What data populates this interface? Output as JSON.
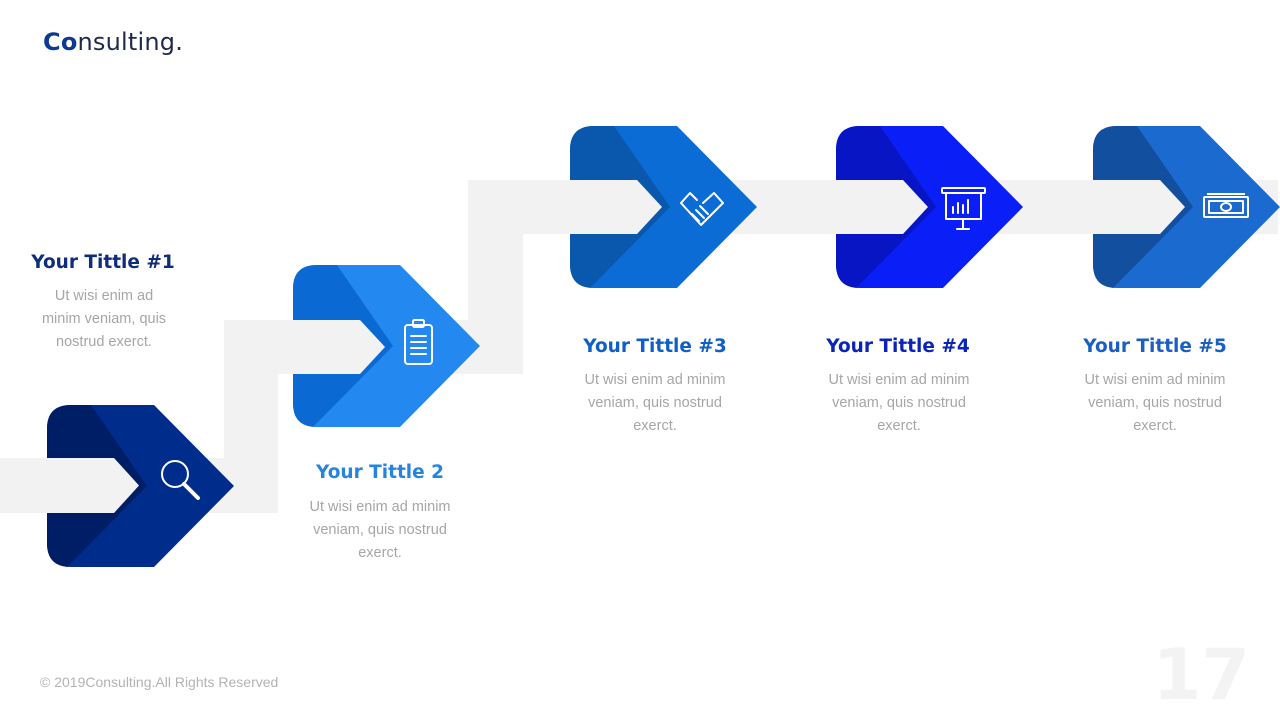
{
  "logo": {
    "bold": "Co",
    "rest": "nsulting."
  },
  "steps": [
    {
      "title": "Your Tittle #1",
      "description": "Ut wisi enim ad minim veniam, quis nostrud exerct.",
      "icon": "magnifier-icon",
      "color": "#002d8c",
      "dark": "#001e66",
      "title_color": "#0f2d78"
    },
    {
      "title": "Your Tittle 2",
      "description": "Ut wisi enim ad minim veniam, quis nostrud exerct.",
      "icon": "clipboard-icon",
      "color": "#2389f0",
      "dark": "#0b69d4",
      "title_color": "#2584e0"
    },
    {
      "title": "Your Tittle #3",
      "description": "Ut wisi enim ad minim veniam, quis nostrud exerct.",
      "icon": "handshake-icon",
      "color": "#0b6cd6",
      "dark": "#0a58ad",
      "title_color": "#0f5fc4"
    },
    {
      "title": "Your Tittle #4",
      "description": "Ut wisi enim ad minim veniam, quis nostrud exerct.",
      "icon": "presentation-board-icon",
      "color": "#0a1ff7",
      "dark": "#0815c4",
      "title_color": "#0a24b8"
    },
    {
      "title": "Your Tittle #5",
      "description": "Ut wisi enim ad minim veniam, quis nostrud exerct.",
      "icon": "money-icon",
      "color": "#1b6ad0",
      "dark": "#124f9f",
      "title_color": "#1a5fc2"
    }
  ],
  "colors": {
    "connector": "#f2f2f2"
  },
  "footer": "© 2019Consulting.All  Rights Reserved",
  "page_number": "17"
}
